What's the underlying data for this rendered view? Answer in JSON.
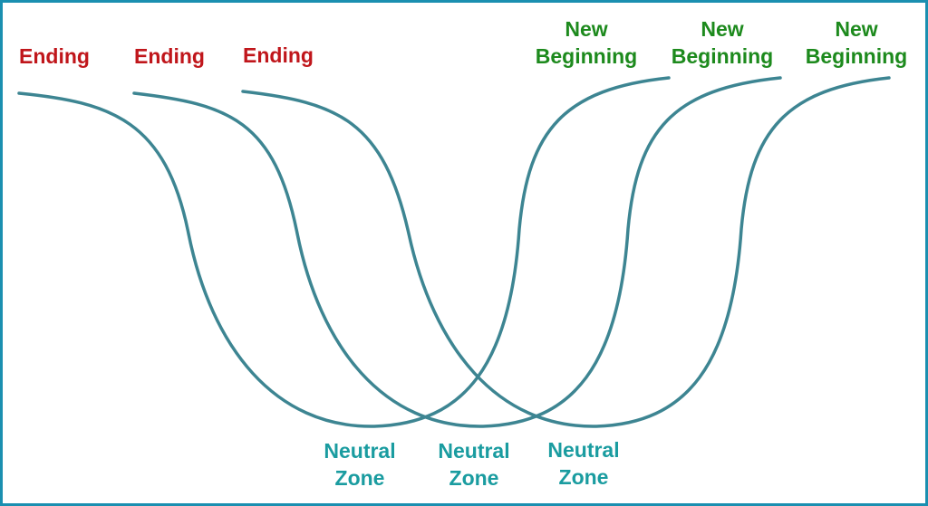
{
  "colors": {
    "border": "#1a8fb0",
    "curve": "#3d8592",
    "ending": "#c0161b",
    "new_beginning": "#1d8a1d",
    "neutral_zone": "#1a9ca0"
  },
  "labels": {
    "endings": [
      "Ending",
      "Ending",
      "Ending"
    ],
    "new_beginnings": [
      {
        "line1": "New",
        "line2": "Beginning"
      },
      {
        "line1": "New",
        "line2": "Beginning"
      },
      {
        "line1": "New",
        "line2": "Beginning"
      }
    ],
    "neutral_zones": [
      {
        "line1": "Neutral",
        "line2": "Zone"
      },
      {
        "line1": "Neutral",
        "line2": "Zone"
      },
      {
        "line1": "Neutral",
        "line2": "Zone"
      }
    ]
  }
}
